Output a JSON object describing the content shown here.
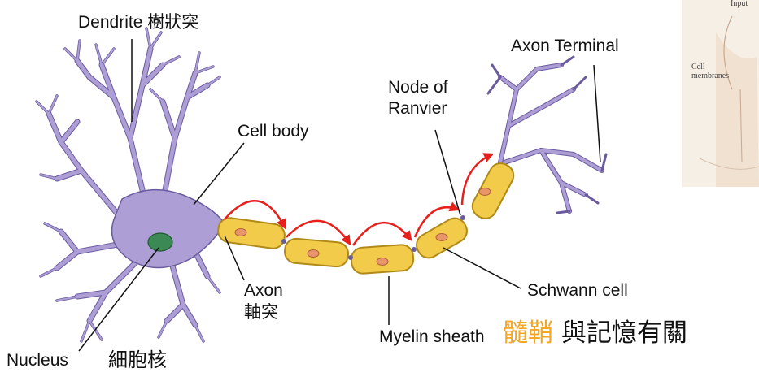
{
  "labels": {
    "dendrite": "Dendrite 樹狀突",
    "cell_body": "Cell body",
    "axon_terminal": "Axon Terminal",
    "node_ranvier_line1": "Node of",
    "node_ranvier_line2": "Ranvier",
    "axon_en": "Axon",
    "axon_zh": "軸突",
    "schwann_cell": "Schwann cell",
    "myelin_sheath": "Myelin sheath",
    "nucleus": "Nucleus",
    "nucleus_zh": "細胞核"
  },
  "note": {
    "highlight": "髓鞘",
    "rest": "與記憶有關"
  },
  "inset": {
    "top_text": "Input",
    "cell_line1": "Cell",
    "cell_line2": "membranes"
  },
  "colors": {
    "cell": "#ad9fd6",
    "cell_stroke": "#6a5a9e",
    "nucleus": "#3b8a55",
    "myelin": "#f3cb4a",
    "myelin_stroke": "#b08a18",
    "schwann_nucleus": "#e8956a",
    "arrow": "#e8201c",
    "highlight": "#f5a623"
  }
}
